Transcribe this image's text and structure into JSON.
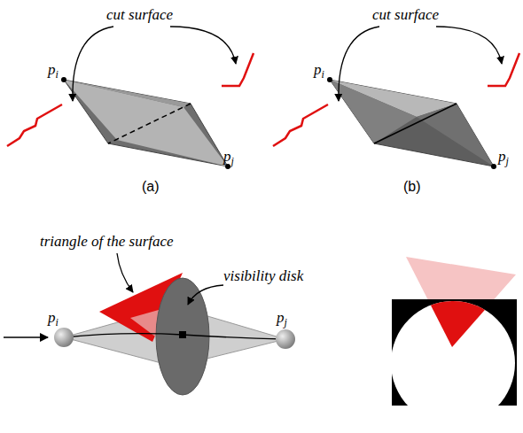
{
  "diagram": {
    "labels": [
      "pi",
      "cut surface",
      "pj",
      "(a)",
      "pi",
      "cut surface",
      "pj",
      "(b)",
      "triangle of the surface",
      "visibility disk",
      "pi",
      "pj"
    ]
  }
}
